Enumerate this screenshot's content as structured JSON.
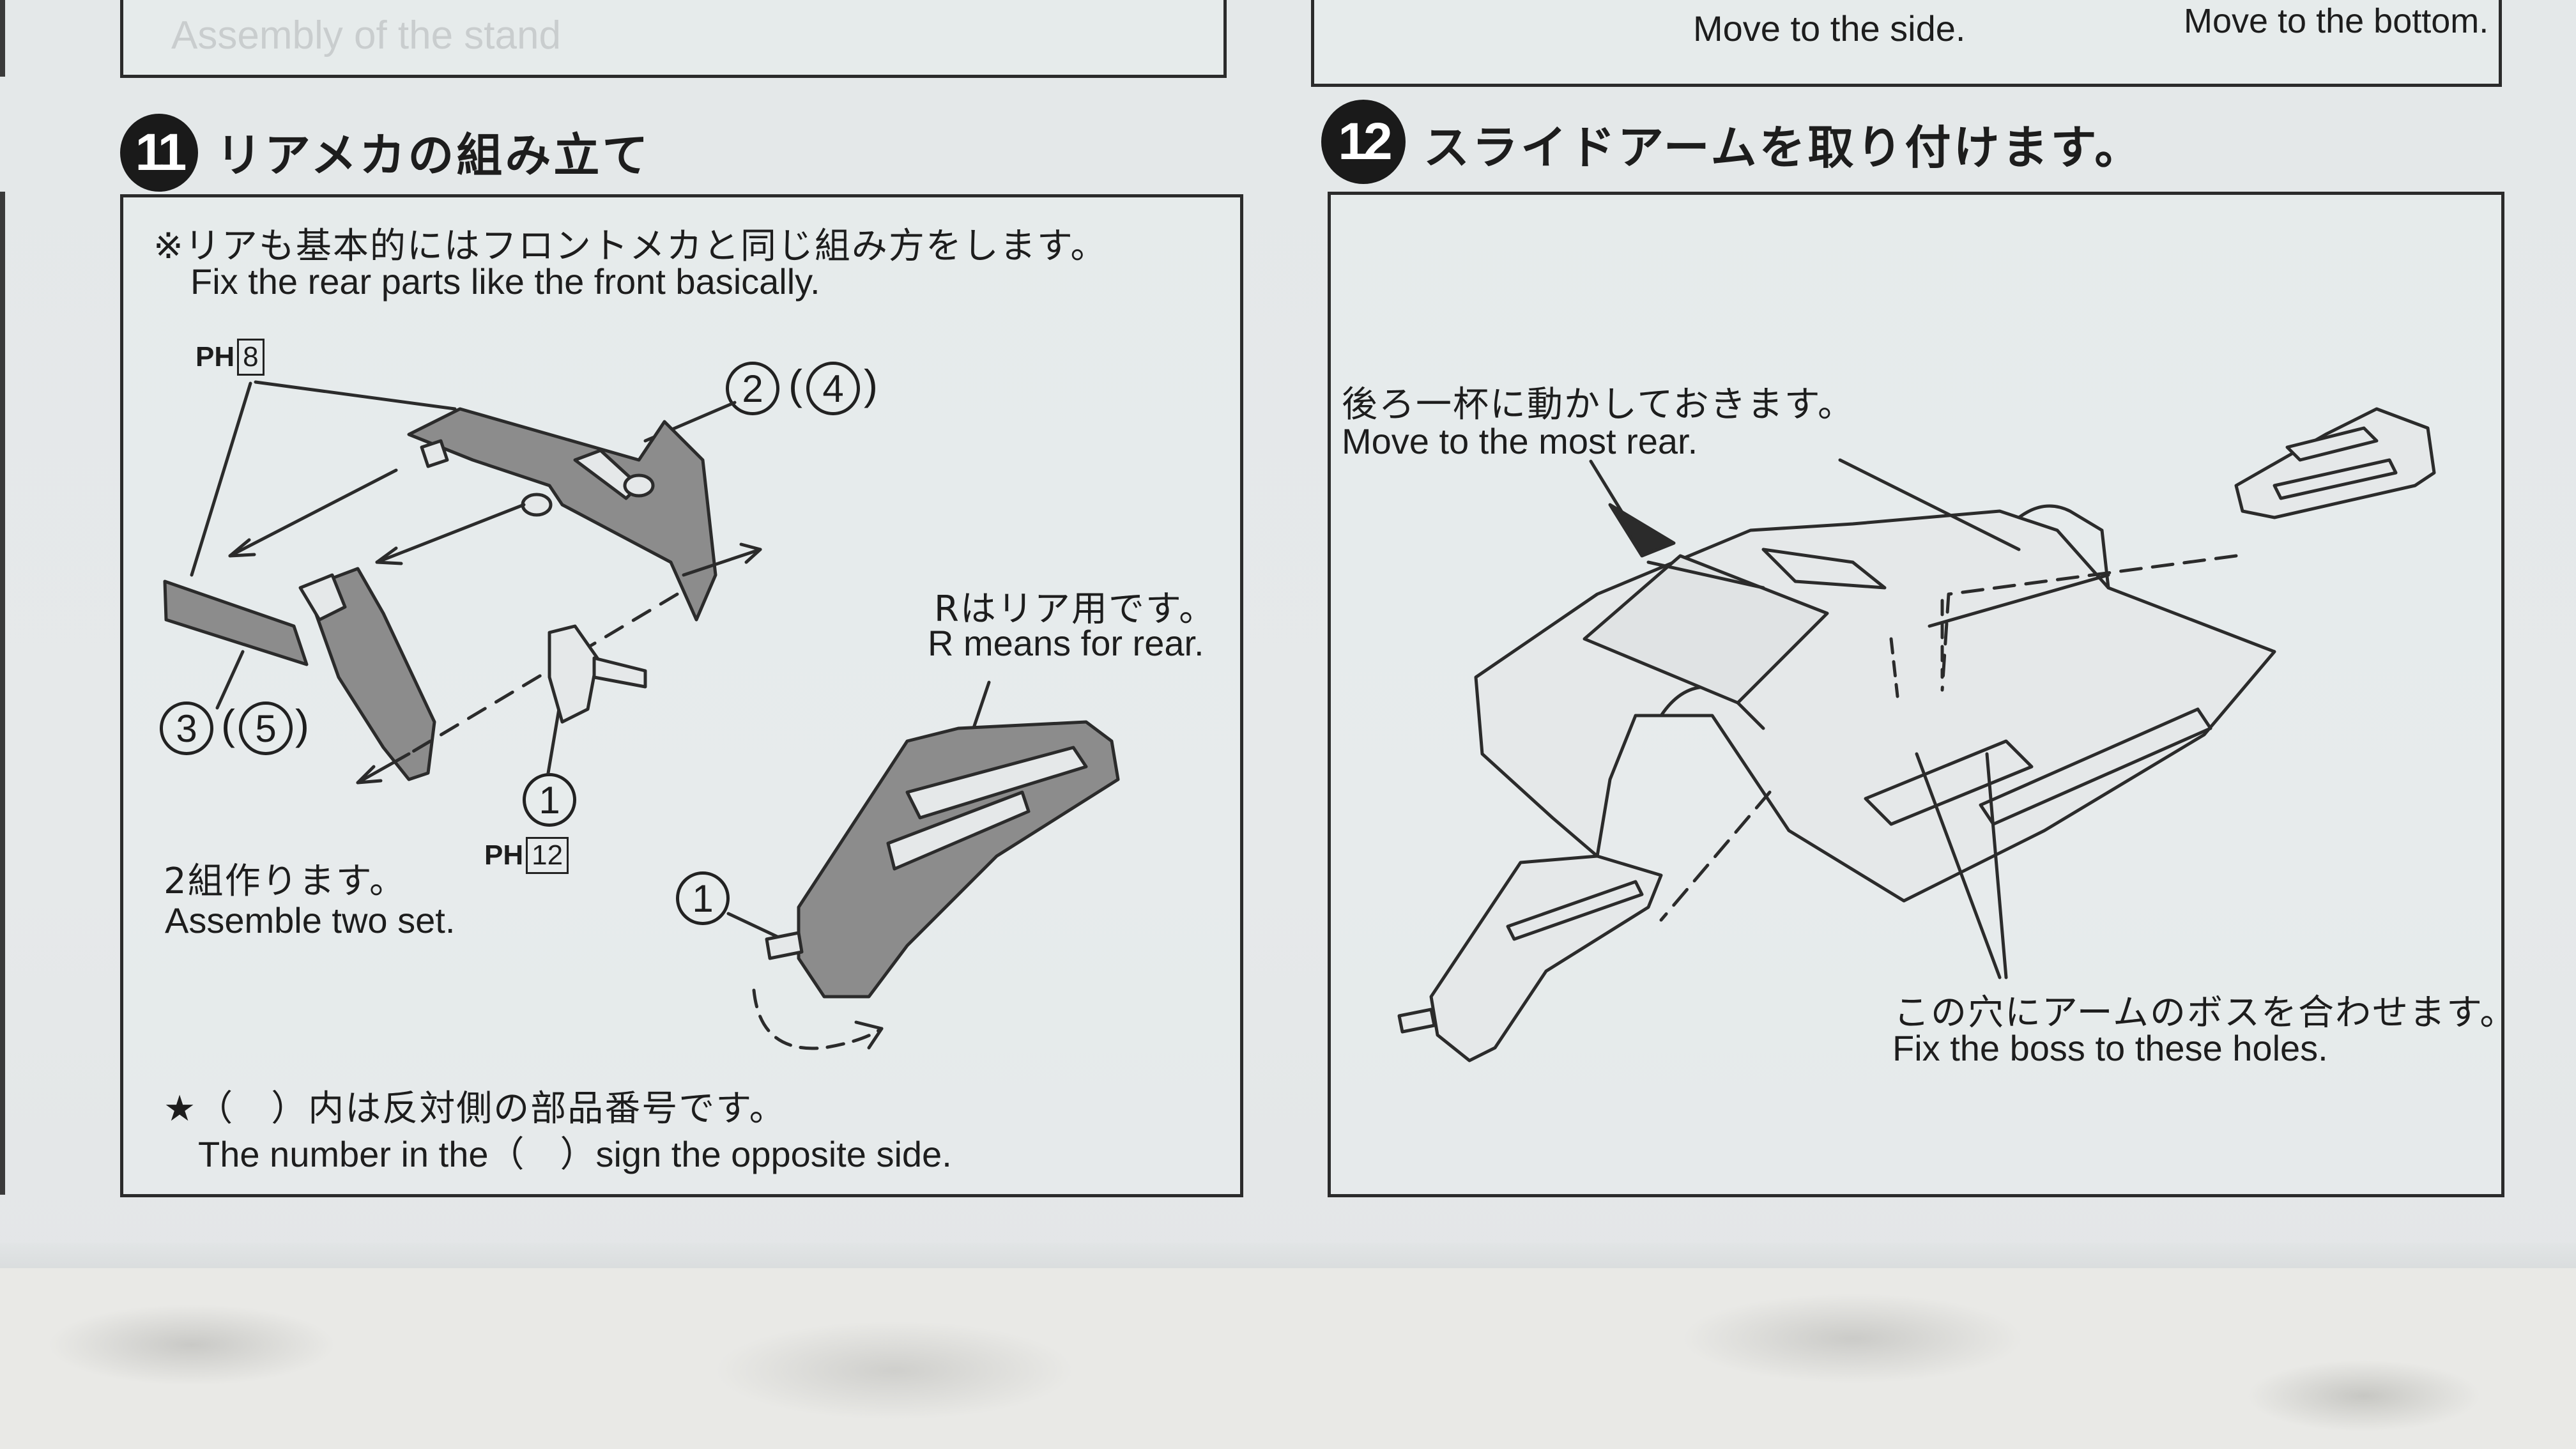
{
  "top": {
    "left_partial_text": "Assembly of the stand",
    "right_side_text": "Move to the side.",
    "right_bottom_text": "Move to the bottom."
  },
  "step11": {
    "number": "11",
    "title": "リアメカの組み立て",
    "note_jp": "※リアも基本的にはフロントメカと同じ組み方をします。",
    "note_en": "Fix the rear parts like the front basically.",
    "ph_top": {
      "prefix": "PH",
      "value": "8"
    },
    "ph_bottom": {
      "prefix": "PH",
      "value": "12"
    },
    "part_2": "2",
    "part_4": "4",
    "part_3": "3",
    "part_5": "5",
    "part_1a": "1",
    "part_1b": "1",
    "rear_jp": "Rはリア用です。",
    "rear_en": "R means for rear.",
    "two_jp": "2組作ります。",
    "two_en": "Assemble two set.",
    "star_jp": "★（　）内は反対側の部品番号です。",
    "star_en": "The number in the（　）sign the opposite side."
  },
  "step12": {
    "number": "12",
    "title": "スライドアームを取り付けます。",
    "rear_jp": "後ろ一杯に動かしておきます。",
    "rear_en": "Move to the most rear.",
    "holes_jp": "この穴にアームのボスを合わせます。",
    "holes_en": "Fix the boss to these holes."
  },
  "colors": {
    "line": "#2b2b2b",
    "part_fill": "#8c8c8c",
    "paper": "#e5e8e9"
  }
}
